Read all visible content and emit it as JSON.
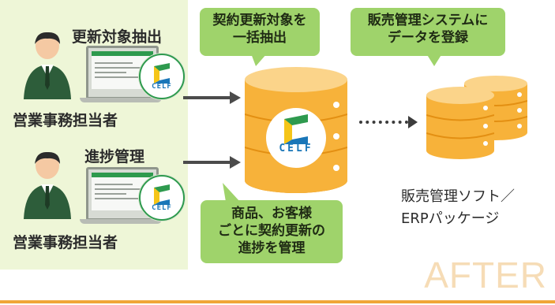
{
  "left_panel": {
    "staff1": {
      "task": "更新対象抽出",
      "role": "営業事務担当者"
    },
    "staff2": {
      "task": "進捗管理",
      "role": "営業事務担当者"
    }
  },
  "logo_text": "CELF",
  "bubbles": {
    "extract": [
      "契約更新対象を",
      "一括抽出"
    ],
    "register": [
      "販売管理システムに",
      "データを登録"
    ],
    "progress": [
      "商品、お客様",
      "ごとに契約更新の",
      "進捗を管理"
    ]
  },
  "erp": [
    "販売管理ソフト／",
    "ERPパッケージ"
  ],
  "watermark": "AFTER",
  "colors": {
    "panel": "#eef6d7",
    "bubble": "#9fd36b",
    "db_orange": "#f5a623",
    "logo_green": "#2e9a4e",
    "logo_blue": "#1976b8",
    "accent_line": "#f0a638"
  },
  "icons": {
    "person": "businessperson-icon",
    "laptop": "laptop-icon",
    "celf": "celf-logo-icon",
    "database": "database-icon"
  }
}
